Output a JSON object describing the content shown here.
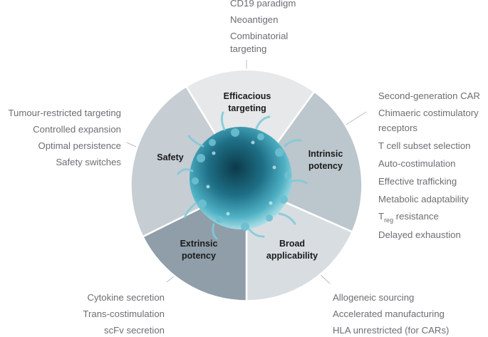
{
  "segments": [
    {
      "key": "efficacious",
      "lines": [
        "Efficacious",
        "targeting"
      ],
      "color": "#e6e8ea"
    },
    {
      "key": "intrinsic",
      "lines": [
        "Intrinsic",
        "potency"
      ],
      "color": "#bcc6cd"
    },
    {
      "key": "broad",
      "lines": [
        "Broad",
        "applicability"
      ],
      "color": "#d8dde1"
    },
    {
      "key": "extrinsic",
      "lines": [
        "Extrinsic",
        "potency"
      ],
      "color": "#8f9ea9"
    },
    {
      "key": "safety",
      "lines": [
        "Safety"
      ],
      "color": "#c6cdd3"
    }
  ],
  "labels": {
    "efficacious": [
      "CD19 paradigm",
      "Neoantigen",
      "Combinatorial",
      "targeting"
    ],
    "intrinsic": [
      "Second-generation CAR",
      "Chimaeric costimulatory",
      "receptors",
      "T cell subset selection",
      "Auto-costimulation",
      "Effective trafficking",
      "Metabolic adaptability",
      "resistance",
      "Delayed exhaustion"
    ],
    "treg": {
      "base": "T",
      "sub": "reg"
    },
    "safety": [
      "Tumour-restricted targeting",
      "Controlled expansion",
      "Optimal persistence",
      "Safety switches"
    ],
    "extrinsic": [
      "Cytokine secretion",
      "Trans-costimulation",
      "scFv secretion"
    ],
    "broad": [
      "Allogeneic sourcing",
      "Accelerated manufacturing",
      "HLA unrestricted (for CARs)"
    ]
  },
  "colors": {
    "text": "#6d6e71",
    "connector": "#b9bec2",
    "divider": "#ffffff",
    "cell": "#3a9bb0"
  }
}
